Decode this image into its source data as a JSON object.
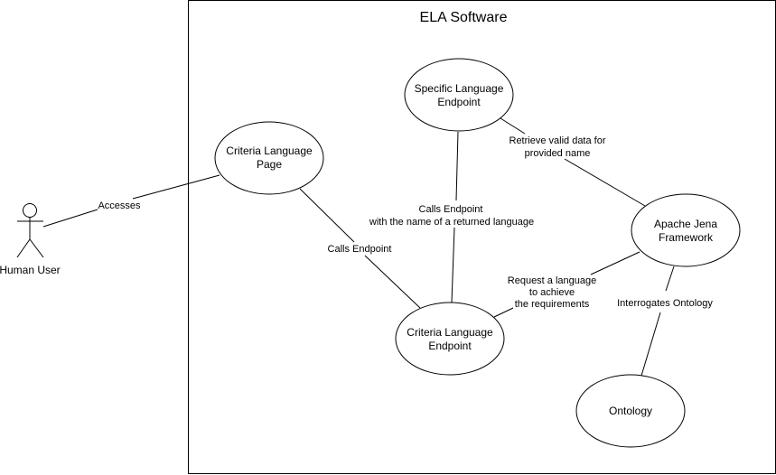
{
  "diagram": {
    "type": "uml-use-case",
    "system_boundary": {
      "title": "ELA Software"
    },
    "actor": {
      "label": "Human User"
    },
    "use_cases": [
      {
        "id": "criteria_page",
        "lines": [
          "Criteria Language",
          "Page"
        ]
      },
      {
        "id": "specific_endpoint",
        "lines": [
          "Specific Language",
          "Endpoint"
        ]
      },
      {
        "id": "criteria_endpoint",
        "lines": [
          "Criteria Language",
          "Endpoint"
        ]
      },
      {
        "id": "jena",
        "lines": [
          "Apache Jena",
          "Framework"
        ]
      },
      {
        "id": "ontology",
        "lines": [
          "Ontology"
        ]
      }
    ],
    "associations": [
      {
        "from": "actor",
        "to": "criteria_page",
        "lines": [
          "Accesses"
        ]
      },
      {
        "from": "criteria_page",
        "to": "criteria_endpoint",
        "lines": [
          "Calls Endpoint"
        ]
      },
      {
        "from": "criteria_endpoint",
        "to": "specific_endpoint",
        "lines": [
          "Calls Endpoint",
          "with the name of a returned language"
        ]
      },
      {
        "from": "specific_endpoint",
        "to": "jena",
        "lines": [
          "Retrieve valid data for",
          "provided name"
        ]
      },
      {
        "from": "criteria_endpoint",
        "to": "jena",
        "lines": [
          "Request a language",
          "to achieve",
          "the requirements"
        ]
      },
      {
        "from": "jena",
        "to": "ontology",
        "lines": [
          "Interrogates Ontology"
        ]
      }
    ]
  }
}
